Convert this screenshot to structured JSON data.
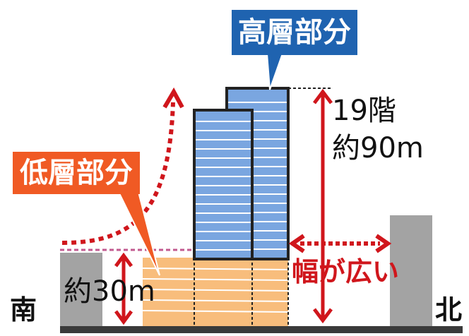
{
  "labels": {
    "high_rise_part": "高層部分",
    "low_rise_part": "低層部分",
    "floors": "19階",
    "high_height": "約90m",
    "low_height": "約30m",
    "wide": "幅が広い",
    "south": "南",
    "north": "北"
  },
  "colors": {
    "high_rise_fill": "#7aa6e0",
    "low_rise_fill": "#f8bd7c",
    "neighbor_building": "#a3a3a3",
    "callout_high": "#1f63b0",
    "callout_low": "#f05a24",
    "arrow_red": "#d0161c",
    "dotted_purple": "#c25a8f",
    "ground": "#3a3a3a"
  }
}
